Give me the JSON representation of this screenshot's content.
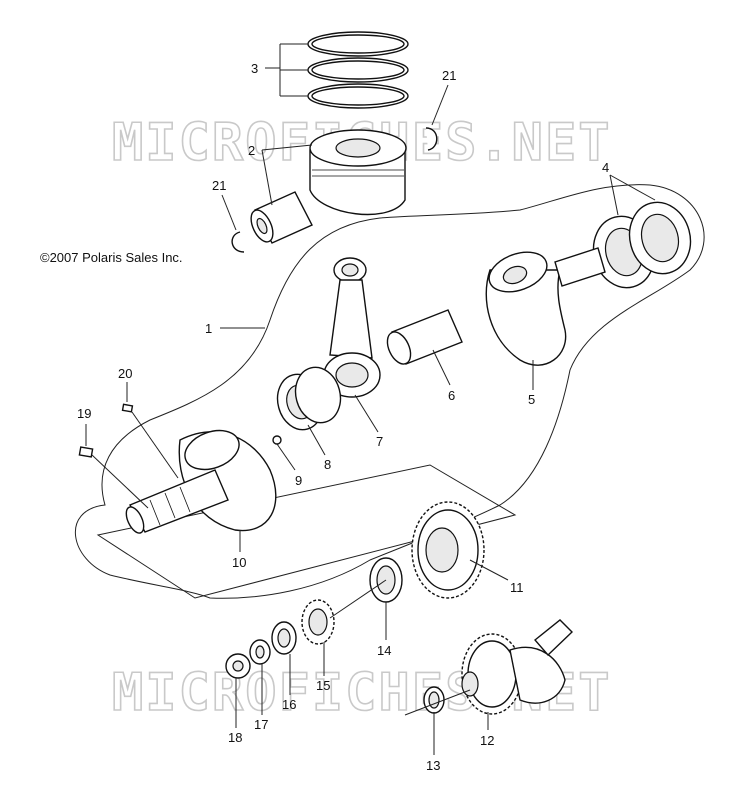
{
  "copyright": "©2007 Polaris Sales Inc.",
  "watermarks": [
    "MICROFICHES.NET",
    "MICROFICHES.NET"
  ],
  "callouts": [
    "1",
    "2",
    "3",
    "4",
    "5",
    "6",
    "7",
    "8",
    "9",
    "10",
    "11",
    "12",
    "13",
    "14",
    "15",
    "16",
    "17",
    "18",
    "19",
    "20",
    "21",
    "21"
  ],
  "colors": {
    "line": "#111111",
    "watermark": "#c9c9c9",
    "background": "#ffffff"
  }
}
